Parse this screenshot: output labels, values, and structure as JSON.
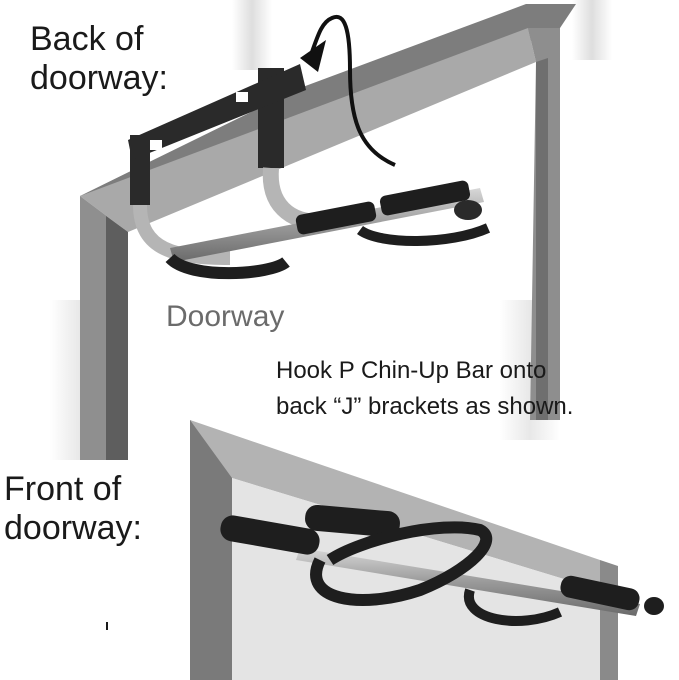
{
  "labels": {
    "back_line1": "Back of",
    "back_line2": "doorway:",
    "doorway": "Doorway",
    "instruction_line1": "Hook P Chin-Up Bar onto",
    "instruction_line2": "back “J” brackets as shown.",
    "front_line1": "Front of",
    "front_line2": "doorway:"
  },
  "colors": {
    "frame": "#8e8e8e",
    "frame_dark": "#4a4a4a",
    "bar_metal": "#9a9a9a",
    "grip": "#1e1e1e",
    "shadow_column": "#e6e6e6"
  },
  "icons": [
    "curved-arrow-icon"
  ]
}
